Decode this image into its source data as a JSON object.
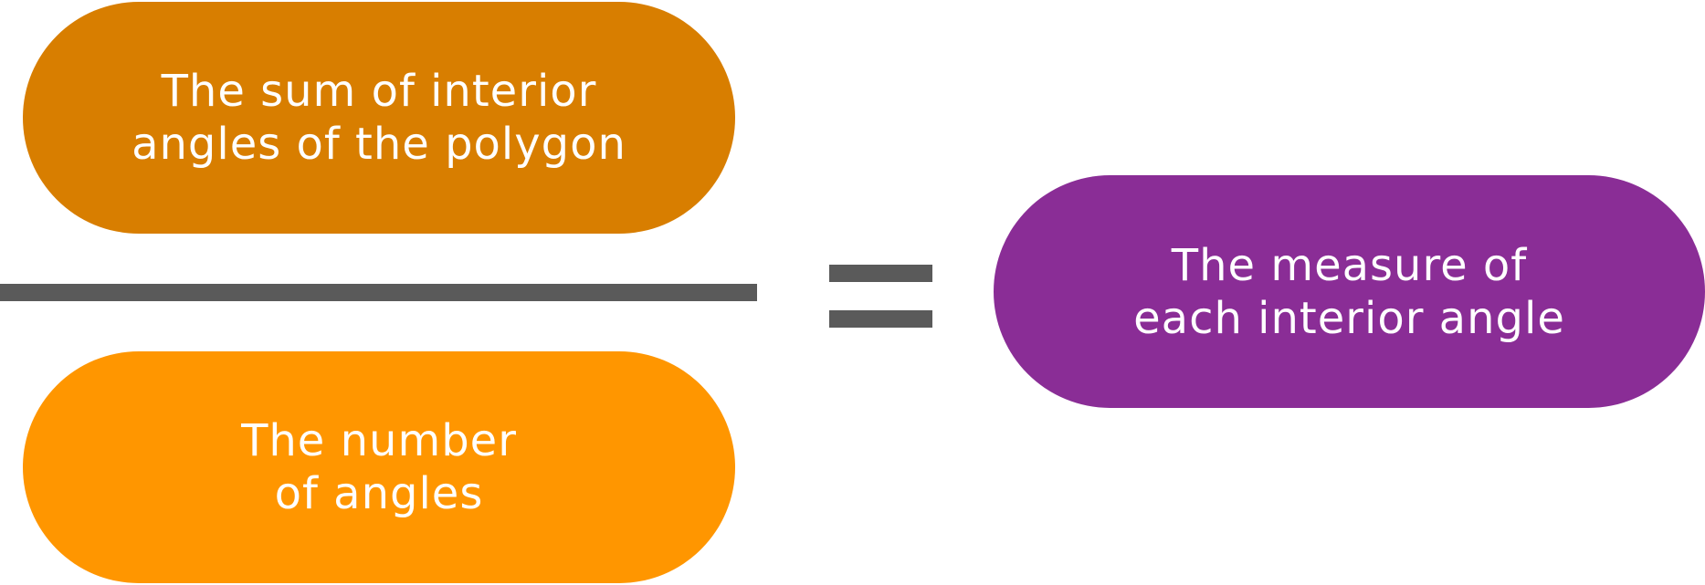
{
  "numerator": {
    "lines": [
      "The sum of interior",
      "angles of the polygon"
    ],
    "color": "#D87E00"
  },
  "denominator": {
    "lines": [
      "The number",
      "of angles"
    ],
    "color": "#FF9600"
  },
  "result": {
    "lines": [
      "The measure of",
      "each interior angle"
    ],
    "color": "#8A2D96"
  },
  "operators": {
    "fraction_bar_color": "#5A5A5A",
    "equals_color": "#5A5A5A"
  }
}
